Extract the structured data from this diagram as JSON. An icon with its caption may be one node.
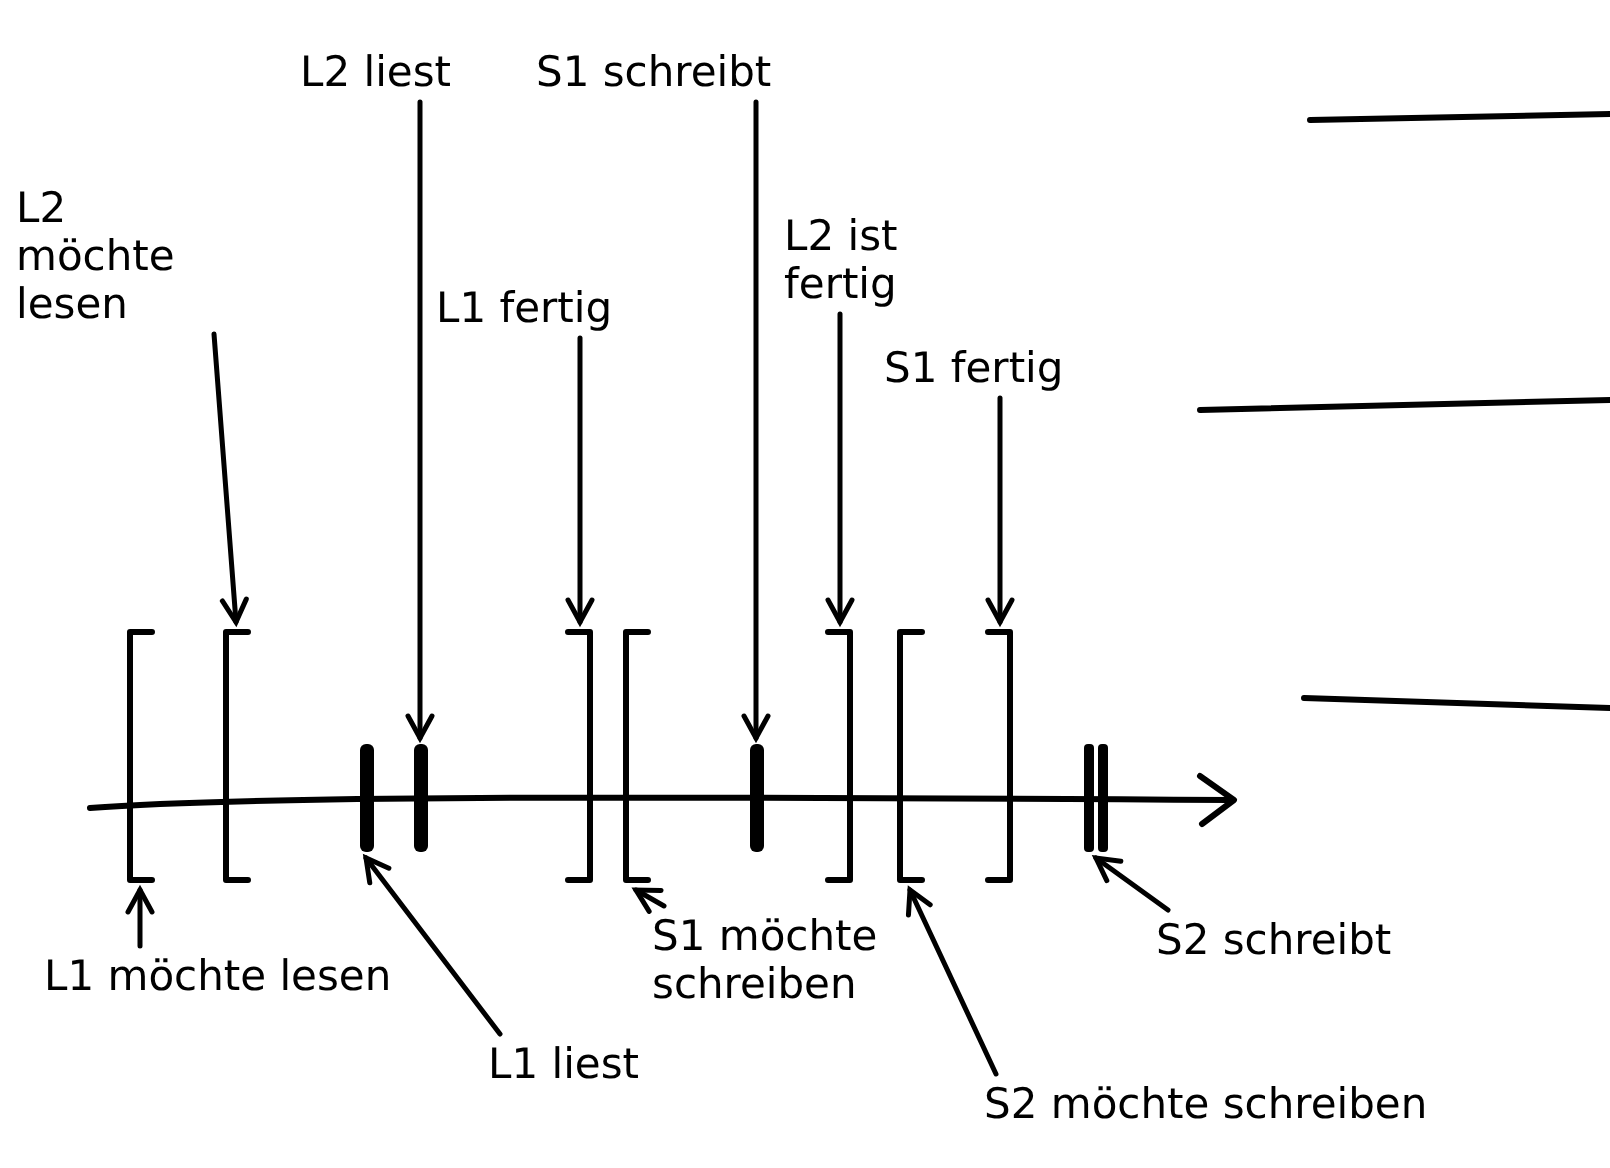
{
  "diagram": {
    "nodes": [
      {
        "text": [
          "L2 liest"
        ]
      },
      {
        "text": [
          "S1 schreibt"
        ]
      },
      {
        "text": [
          "L2 möchte lesen"
        ]
      },
      {
        "text": [
          "L2 ist fertig"
        ]
      },
      {
        "text": [
          "L1 fertig"
        ]
      },
      {
        "text": [
          "S1 fertig"
        ]
      },
      {
        "text": [],
        "shape": "bracket"
      },
      {
        "text": [],
        "shape": "bracket"
      },
      {
        "text": [],
        "shape": "bar"
      },
      {
        "text": [],
        "shape": "bar"
      },
      {
        "text": [],
        "shape": "bracket"
      },
      {
        "text": [],
        "shape": "bracket"
      },
      {
        "text": [],
        "shape": "bar"
      },
      {
        "text": [],
        "shape": "bracket"
      },
      {
        "text": [],
        "shape": "bracket"
      },
      {
        "text": [],
        "shape": "bracket"
      },
      {
        "text": [],
        "shape": "bar"
      },
      {
        "text": [
          "S2 schreibt"
        ]
      },
      {
        "text": [
          "S1 möchte schreiben"
        ]
      },
      {
        "text": [
          "L1 möchte lesen"
        ]
      },
      {
        "text": [
          "L1 liest"
        ]
      },
      {
        "text": [
          "S2 möchte schreiben"
        ]
      }
    ],
    "edges": [
      {
        "from": 0,
        "to": 9,
        "arrow": "to"
      },
      {
        "from": 1,
        "to": 12,
        "arrow": "to"
      },
      {
        "from": 2,
        "to": 7,
        "arrow": "to"
      },
      {
        "from": 3,
        "to": 13,
        "arrow": "to"
      },
      {
        "from": 4,
        "to": 10,
        "arrow": "to"
      },
      {
        "from": 5,
        "to": 15,
        "arrow": "to"
      },
      {
        "from": 17,
        "to": 16,
        "arrow": "to"
      },
      {
        "from": 18,
        "to": 11,
        "arrow": "to"
      },
      {
        "from": 19,
        "to": 6,
        "arrow": "to"
      },
      {
        "from": 20,
        "to": 8,
        "arrow": "to"
      },
      {
        "from": 21,
        "to": 14,
        "arrow": "to"
      }
    ]
  }
}
